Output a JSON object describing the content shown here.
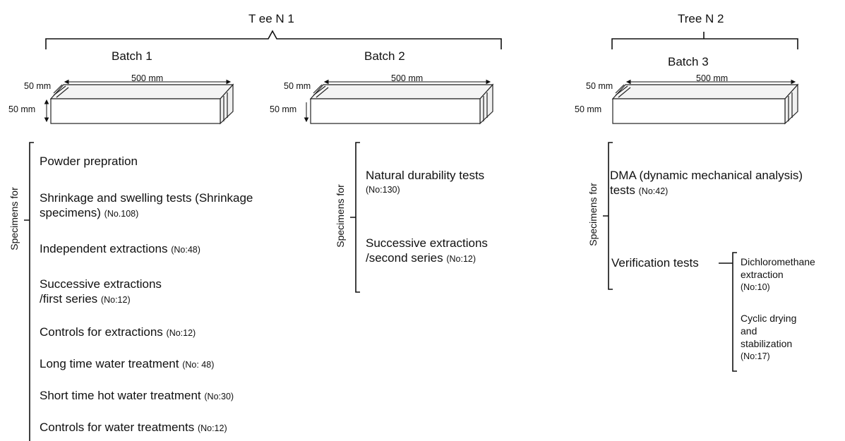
{
  "tree1": {
    "title": "T ee N 1",
    "batch1": {
      "label": "Batch 1",
      "width": "50 mm",
      "length": "500 mm",
      "height": "50 mm"
    },
    "batch2": {
      "label": "Batch 2",
      "width": "50 mm",
      "length": "500 mm",
      "height": "50 mm"
    }
  },
  "tree2": {
    "title": "Tree N 2",
    "batch3": {
      "label": "Batch 3",
      "width": "50 mm",
      "length": "500 mm",
      "height": "50 mm"
    }
  },
  "group1": {
    "axis": "Specimens for",
    "items": [
      {
        "text": "Powder prepration",
        "count": ""
      },
      {
        "text": "Shrinkage and swelling tests (Shrinkage",
        "text2": "specimens)",
        "count": "(No.108)"
      },
      {
        "text": "Independent extractions",
        "count": "(No:48)"
      },
      {
        "text": "Successive extractions",
        "text2": "/first series",
        "count": "(No:12)"
      },
      {
        "text": "Controls for extractions",
        "count": "(No:12)"
      },
      {
        "text": "Long time water treatment",
        "count": "(No: 48)"
      },
      {
        "text": "Short time hot water treatment",
        "count": "(No:30)"
      },
      {
        "text": "Controls for water treatments",
        "count": "(No:12)"
      }
    ]
  },
  "group2": {
    "axis": "Specimens for",
    "items": [
      {
        "text": "Natural durability tests",
        "count": "(No:130)"
      },
      {
        "text": "Successive extractions",
        "text2": "/second series",
        "count": "(No:12)"
      }
    ]
  },
  "group3": {
    "axis": "Specimens for",
    "items": [
      {
        "text": "DMA (dynamic mechanical analysis)",
        "text2": "tests",
        "count": "(No:42)"
      },
      {
        "text": "Verification tests"
      }
    ],
    "sub_items": [
      {
        "line1": "Dichloromethane",
        "line2": "extraction",
        "count": "(No:10)"
      },
      {
        "line1": "Cyclic drying",
        "line2": "and",
        "line3": "stabilization",
        "count": "(No:17)"
      }
    ]
  }
}
